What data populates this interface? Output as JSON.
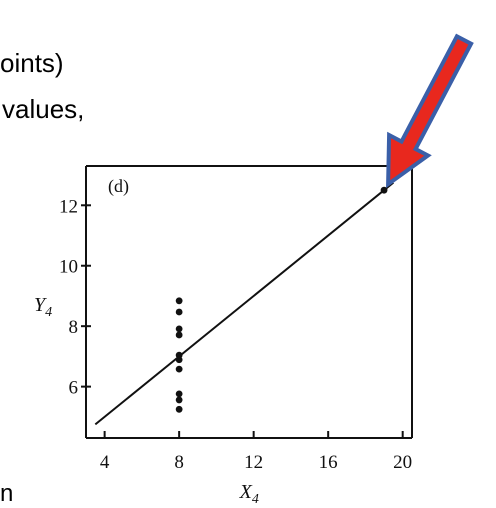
{
  "slide": {
    "text_fragments": [
      "oints)",
      "values,",
      "n"
    ]
  },
  "chart_data": {
    "type": "scatter",
    "panel_label": "(d)",
    "xlabel": "X",
    "xlabel_sub": "4",
    "ylabel": "Y",
    "ylabel_sub": "4",
    "xlim": [
      3,
      20.5
    ],
    "ylim": [
      4.3,
      13.3
    ],
    "xticks": [
      4,
      8,
      12,
      16,
      20
    ],
    "yticks": [
      6,
      8,
      10,
      12
    ],
    "points": [
      {
        "x": 8,
        "y": 8.84
      },
      {
        "x": 8,
        "y": 8.47
      },
      {
        "x": 8,
        "y": 7.91
      },
      {
        "x": 8,
        "y": 7.71
      },
      {
        "x": 8,
        "y": 7.04
      },
      {
        "x": 8,
        "y": 6.89
      },
      {
        "x": 8,
        "y": 6.58
      },
      {
        "x": 8,
        "y": 5.76
      },
      {
        "x": 8,
        "y": 5.56
      },
      {
        "x": 8,
        "y": 5.25
      },
      {
        "x": 19,
        "y": 12.5
      }
    ],
    "fit_line": {
      "intercept": 3.0,
      "slope": 0.5,
      "x_range": [
        3.5,
        19.5
      ]
    },
    "annotation": {
      "type": "arrow",
      "color": "#e8281e",
      "outline": "#3a5fa8",
      "points_to": {
        "x": 19,
        "y": 12.5
      }
    }
  }
}
